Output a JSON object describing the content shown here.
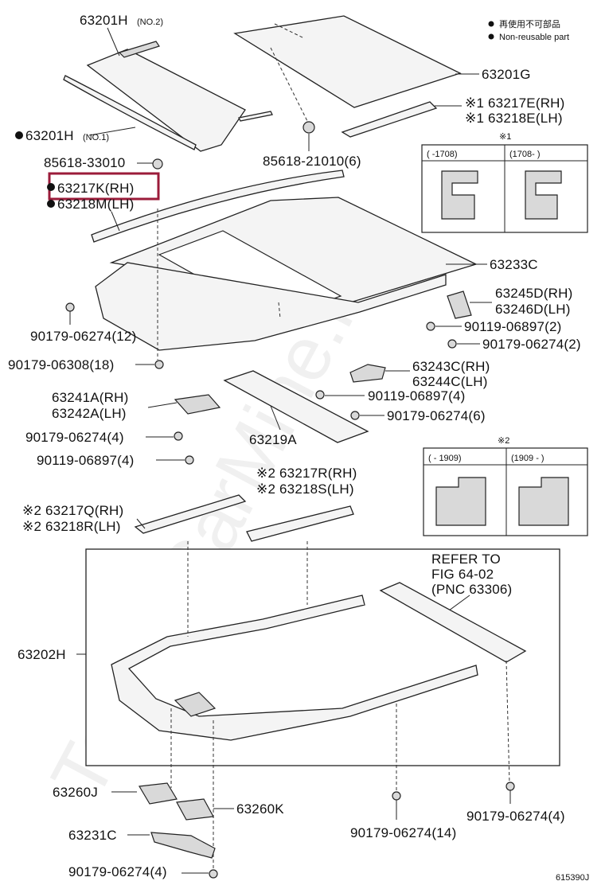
{
  "legend": {
    "line1": "再使用不可部品",
    "line2": "Non-reusable part"
  },
  "labels": {
    "p63201H_no2": "63201H",
    "p63201H_no2_suffix": "(NO.2)",
    "p63201G": "63201G",
    "p63217E": "※1 63217E(RH)",
    "p63218E": "※1 63218E(LH)",
    "p63201H_no1": "63201H",
    "p63201H_no1_suffix": "(NO.1)",
    "b85618_33010": "85618-33010",
    "b85618_21010": "85618-21010(6)",
    "p63217K": "63217K(RH)",
    "p63218M": "63218M(LH)",
    "p63233C": "63233C",
    "p63245D": "63245D(RH)",
    "p63246D": "63246D(LH)",
    "b90119_06897_2": "90119-06897(2)",
    "b90179_06274_2": "90179-06274(2)",
    "b90179_06274_12": "90179-06274(12)",
    "b90179_06308_18": "90179-06308(18)",
    "p63243C": "63243C(RH)",
    "p63244C": "63244C(LH)",
    "b90119_06897_4a": "90119-06897(4)",
    "b90179_06274_6": "90179-06274(6)",
    "p63241A": "63241A(RH)",
    "p63242A": "63242A(LH)",
    "b90179_06274_4a": "90179-06274(4)",
    "b90119_06897_4b": "90119-06897(4)",
    "p63219A": "63219A",
    "p63217R": "※2 63217R(RH)",
    "p63218S": "※2 63218S(LH)",
    "p63217Q": "※2 63217Q(RH)",
    "p63218R": "※2 63218R(LH)",
    "refer1": "REFER TO",
    "refer2": "FIG 64-02",
    "refer3": "(PNC 63306)",
    "p63202H": "63202H",
    "p63260J": "63260J",
    "p63260K": "63260K",
    "p63231C": "63231C",
    "b90179_06274_14": "90179-06274(14)",
    "b90179_06274_4b": "90179-06274(4)",
    "b90179_06274_4c": "90179-06274(4)",
    "fig_id": "615390J"
  },
  "detail1": {
    "mark": "※1",
    "left": "(      -1708)",
    "right": "(1708-      )"
  },
  "detail2": {
    "mark": "※2",
    "left": "(     - 1909)",
    "right": "(1909 -      )"
  },
  "watermark": "ToyotaCarMine.ru"
}
